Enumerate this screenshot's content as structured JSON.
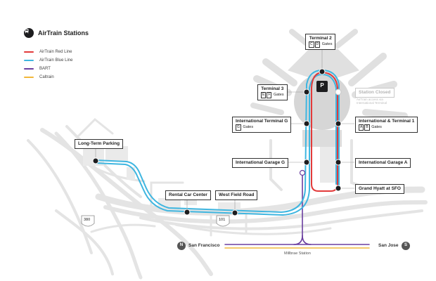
{
  "legend": {
    "title": "AirTrain Stations",
    "items": [
      {
        "label": "AirTrain Red Line",
        "color": "#e23a3a"
      },
      {
        "label": "AirTrain Blue Line",
        "color": "#3fb6e0"
      },
      {
        "label": "BART",
        "color": "#6b3fa0"
      },
      {
        "label": "Caltrain",
        "color": "#f2b73a"
      }
    ]
  },
  "stations": {
    "terminal2": {
      "name": "Terminal 2",
      "gates": [
        "C",
        "D"
      ],
      "gates_word": "Gates"
    },
    "terminal3": {
      "name": "Terminal 3",
      "gates": [
        "E",
        "F"
      ],
      "gates_word": "Gates"
    },
    "station_closed": {
      "name": "Station Closed",
      "note": "AirTrain access via International Terminal"
    },
    "intl_g": {
      "name": "International Terminal G",
      "gates": [
        "G"
      ],
      "gates_word": "Gates"
    },
    "intl_t1": {
      "name": "International & Terminal 1",
      "gates": [
        "A",
        "B"
      ],
      "gates_word": "Gates"
    },
    "long_term": {
      "name": "Long-Term Parking"
    },
    "garage_g": {
      "name": "International Garage G"
    },
    "garage_a": {
      "name": "International Garage A"
    },
    "grand_hyatt": {
      "name": "Grand Hyatt at SFO"
    },
    "rental_car": {
      "name": "Rental Car Center"
    },
    "west_field": {
      "name": "West Field Road"
    }
  },
  "parking_symbol": "P",
  "highways": {
    "h380": "380",
    "h101": "101"
  },
  "directions": {
    "north_city": "San Francisco",
    "north_letter": "N",
    "south_city": "San Jose",
    "south_letter": "S",
    "station": "Millbrae Station"
  },
  "colors": {
    "red_line": "#e23a3a",
    "blue_line": "#3fb6e0",
    "bart": "#6b3fa0",
    "caltrain": "#f2b73a",
    "roads": "#e4e4e4",
    "terminal": "#d9d9d9",
    "ink": "#1d1d1f"
  }
}
